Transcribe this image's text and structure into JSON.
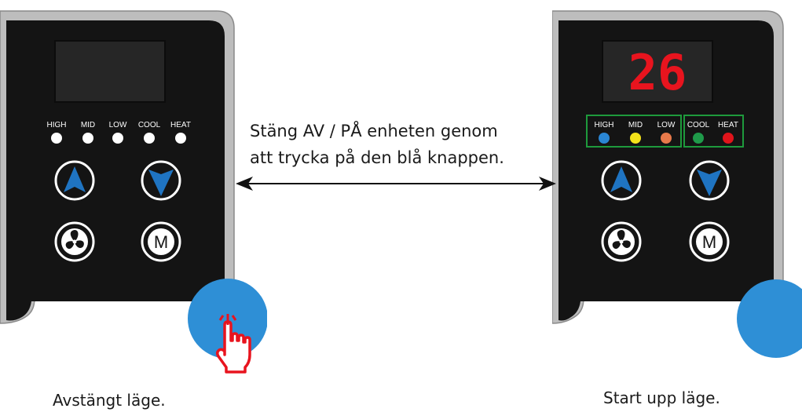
{
  "instruction": {
    "line1": "Stäng AV / PÅ enheten genom",
    "line2": "att trycka på den blå knappen."
  },
  "left_panel": {
    "caption": "Avstängt läge.",
    "display_value": "",
    "indicators": [
      {
        "label": "HIGH",
        "color": "#ffffff"
      },
      {
        "label": "MID",
        "color": "#ffffff"
      },
      {
        "label": "LOW",
        "color": "#ffffff"
      },
      {
        "label": "COOL",
        "color": "#ffffff"
      },
      {
        "label": "HEAT",
        "color": "#ffffff"
      }
    ],
    "fan_icon": "fan-icon",
    "mode_label": "M"
  },
  "right_panel": {
    "caption": "Start upp läge.",
    "display_value": "26",
    "display_color": "#e8141e",
    "indicators": [
      {
        "label": "HIGH",
        "color": "#2a86d4"
      },
      {
        "label": "MID",
        "color": "#f4e21a"
      },
      {
        "label": "LOW",
        "color": "#e8794a"
      },
      {
        "label": "COOL",
        "color": "#1f9a4a"
      },
      {
        "label": "HEAT",
        "color": "#e0141b"
      }
    ],
    "group_border_color": "#1e9a3c",
    "fan_icon": "fan-icon",
    "mode_label": "M"
  },
  "colors": {
    "panel_body": "#141414",
    "panel_frame": "#bdbdbd",
    "power_button": "#2e8fd6",
    "arrow_blue": "#1f74c2",
    "hand_cursor": "#e8141e"
  }
}
